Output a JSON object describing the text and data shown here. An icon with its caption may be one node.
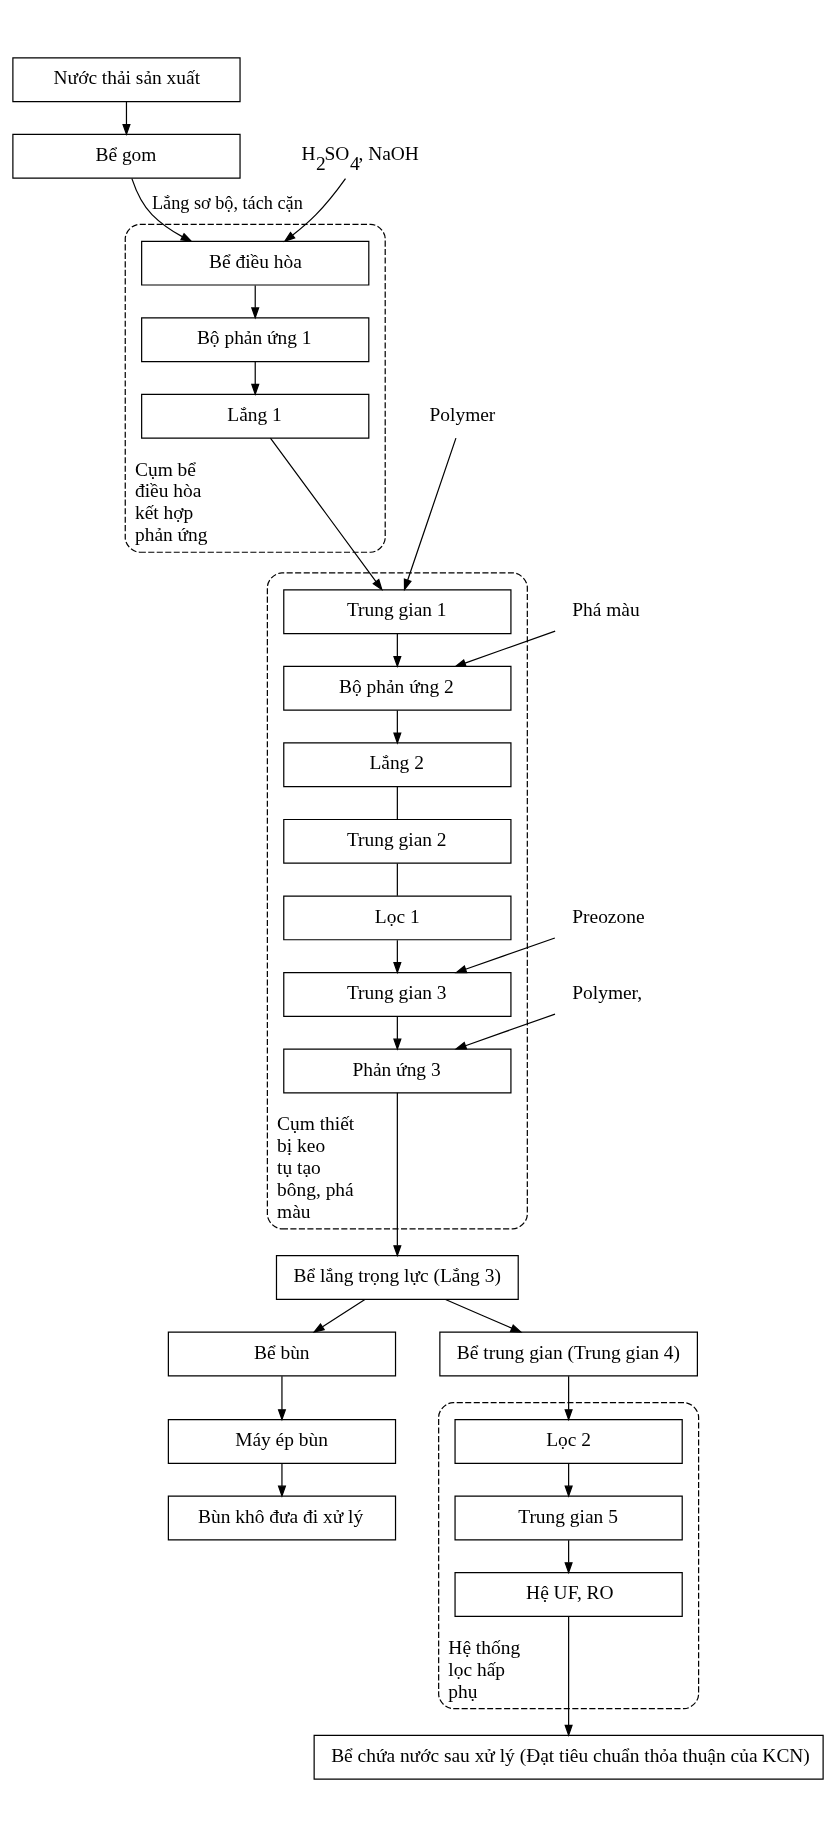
{
  "diagram": {
    "nodes": [
      {
        "text": [
          "Nước thải sản xuất"
        ]
      },
      {
        "text": [
          "Bể gom"
        ]
      },
      {
        "text": [
          "Cụm bể điều hòa kết hợp phản ứng"
        ]
      },
      {
        "text": [
          "Bể điều hòa"
        ],
        "in": 2
      },
      {
        "text": [
          "H$_{2}$SO$_{4}$, NaOH"
        ]
      },
      {
        "text": [
          "Bộ phản ứng 1"
        ],
        "in": 2
      },
      {
        "text": [
          "Lắng 1"
        ],
        "in": 2
      },
      {
        "text": [
          "Cụm thiết bị keo tụ tạo bông, phá màu"
        ]
      },
      {
        "text": [
          "Trung gian 1"
        ],
        "in": 7
      },
      {
        "text": [
          "Polymer"
        ]
      },
      {
        "text": [
          "Bộ phản ứng 2"
        ],
        "in": 7
      },
      {
        "text": [
          "Phá màu"
        ]
      },
      {
        "text": [
          "Lắng 2"
        ],
        "in": 7
      },
      {
        "text": [
          "Trung gian 2"
        ],
        "in": 7
      },
      {
        "text": [
          "Lọc 1"
        ],
        "in": 7
      },
      {
        "text": [
          "Trung gian 3"
        ],
        "in": 7
      },
      {
        "text": [
          "Preozone"
        ]
      },
      {
        "text": [
          "Phản ứng 3"
        ],
        "in": 7
      },
      {
        "text": [
          "Polymer,"
        ]
      },
      {
        "text": [
          "Bể lắng trọng lực (Lắng 3)"
        ]
      },
      {
        "text": [
          "Bể bùn"
        ]
      },
      {
        "text": [
          "Bể trung gian (Trung gian 4)"
        ]
      },
      {
        "text": [
          "Máy ép bùn"
        ]
      },
      {
        "text": [
          "Hệ thống lọc hấp phụ"
        ]
      },
      {
        "text": [
          "Lọc 2"
        ],
        "in": 23
      },
      {
        "text": [
          "Bùn khô đưa đi xử lý"
        ]
      },
      {
        "text": [
          "Trung gian 5"
        ],
        "in": 23
      },
      {
        "text": [
          "Hệ UF, RO"
        ],
        "in": 23
      },
      {
        "text": [
          "Bể chứa nước sau xử lý (Đạt tiêu chuẩn thỏa thuận của KCN)"
        ]
      }
    ],
    "edges": [
      {
        "from": 0,
        "to": 1,
        "arrow": "to"
      },
      {
        "from": 1,
        "to": 3,
        "arrow": "to",
        "label": "Lắng sơ bộ, tách cặn"
      },
      {
        "from": 4,
        "to": 3,
        "arrow": "to"
      },
      {
        "from": 3,
        "to": 5,
        "arrow": "to"
      },
      {
        "from": 5,
        "to": 6,
        "arrow": "to"
      },
      {
        "from": 6,
        "to": 8,
        "arrow": "to"
      },
      {
        "from": 9,
        "to": 8,
        "arrow": "to"
      },
      {
        "from": 8,
        "to": 10,
        "arrow": "to"
      },
      {
        "from": 11,
        "to": 10,
        "arrow": "to"
      },
      {
        "from": 10,
        "to": 12,
        "arrow": "to"
      },
      {
        "from": 12,
        "to": 13,
        "arrow": "none"
      },
      {
        "from": 13,
        "to": 14,
        "arrow": "none"
      },
      {
        "from": 14,
        "to": 15,
        "arrow": "to"
      },
      {
        "from": 16,
        "to": 15,
        "arrow": "to"
      },
      {
        "from": 15,
        "to": 17,
        "arrow": "to"
      },
      {
        "from": 18,
        "to": 17,
        "arrow": "to"
      },
      {
        "from": 17,
        "to": 19,
        "arrow": "to"
      },
      {
        "from": 19,
        "to": 20,
        "arrow": "to"
      },
      {
        "from": 20,
        "to": 22,
        "arrow": "to"
      },
      {
        "from": 22,
        "to": 25,
        "arrow": "to"
      },
      {
        "from": 19,
        "to": 21,
        "arrow": "to"
      },
      {
        "from": 21,
        "to": 24,
        "arrow": "to"
      },
      {
        "from": 24,
        "to": 26,
        "arrow": "to"
      },
      {
        "from": 26,
        "to": 27,
        "arrow": "to"
      },
      {
        "from": 27,
        "to": 28,
        "arrow": "to"
      }
    ]
  }
}
